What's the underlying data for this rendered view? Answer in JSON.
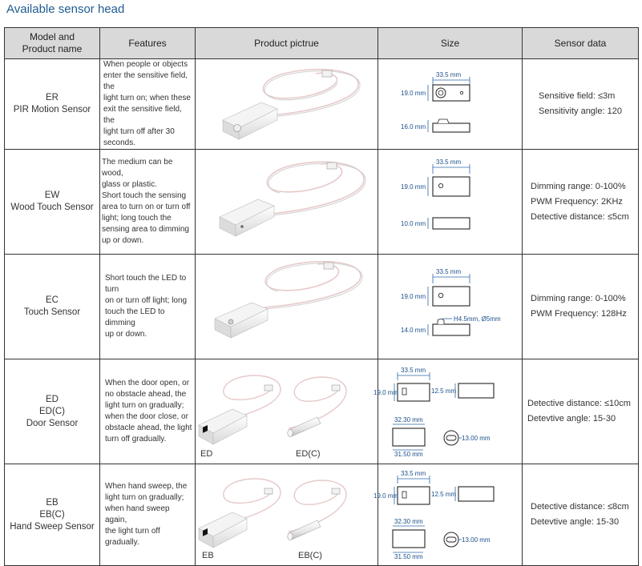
{
  "title": "Available sensor head",
  "headers": {
    "model": [
      "Model and",
      "Product name"
    ],
    "features": "Features",
    "picture": "Product pictrue",
    "size": "Size",
    "sensor": "Sensor data"
  },
  "rows": [
    {
      "model": [
        "ER",
        "PIR Motion Sensor"
      ],
      "features": [
        "When people or objects",
        "enter the sensitive field, the",
        "light turn on; when these",
        "exit the sensitive field, the",
        "light turn off after 30",
        "seconds."
      ],
      "size": {
        "width": "33.5 mm",
        "height": "19.0 mm",
        "depth": "16.0 mm"
      },
      "sensor": [
        "Sensitive field: ≤3m",
        "Sensitivity angle: 120"
      ]
    },
    {
      "model": [
        "EW",
        "Wood Touch Sensor"
      ],
      "features": [
        "The medium can be wood,",
        "glass or plastic.",
        "Short touch the sensing",
        "area to turn on or turn off",
        "light; long touch the",
        "sensing area to dimming",
        "up or down."
      ],
      "size": {
        "width": "33.5 mm",
        "height": "19.0 mm",
        "depth": "10.0 mm"
      },
      "sensor": [
        "Dimming range: 0-100%",
        "PWM Frequency: 2KHz",
        "Detective distance: ≤5cm"
      ]
    },
    {
      "model": [
        "EC",
        "Touch Sensor"
      ],
      "features": [
        "Short touch the LED to turn",
        "on or turn off light; long",
        "touch the LED to dimming",
        "up or down."
      ],
      "size": {
        "width": "33.5 mm",
        "height": "19.0 mm",
        "depth": "14.0 mm",
        "led": "H4.5mm, Ø5mm"
      },
      "sensor": [
        "Dimming range: 0-100%",
        "PWM Frequency: 128Hz"
      ]
    },
    {
      "model": [
        "ED",
        "ED(C)",
        "Door Sensor"
      ],
      "features": [
        "When the door open, or",
        "no obstacle ahead, the",
        "light turn on gradually;",
        "when the door close, or",
        "obstacle ahead, the light",
        "turn off gradually."
      ],
      "captions": [
        "ED",
        "ED(C)"
      ],
      "size": {
        "width": "33.5 mm",
        "height": "19.0 mm",
        "depth": "12.5 mm",
        "tube_len": "32.30 mm",
        "tube_len2": "31.50 mm",
        "tube_dia": "13.00 mm"
      },
      "sensor": [
        "Detective distance: ≤10cm",
        "Detevtive angle: 15-30"
      ]
    },
    {
      "model": [
        "EB",
        "EB(C)",
        "Hand Sweep Sensor"
      ],
      "features": [
        "When hand sweep, the",
        "light turn on gradually;",
        "when hand sweep again,",
        "the light turn off gradually."
      ],
      "captions": [
        "EB",
        "EB(C)"
      ],
      "size": {
        "width": "33.5 mm",
        "height": "19.0 mm",
        "depth": "12.5 mm",
        "tube_len": "32.30 mm",
        "tube_len2": "31.50 mm",
        "tube_dia": "13.00 mm"
      },
      "sensor": [
        "Detective distance: ≤8cm",
        "Detevtive angle: 15-30"
      ]
    }
  ]
}
